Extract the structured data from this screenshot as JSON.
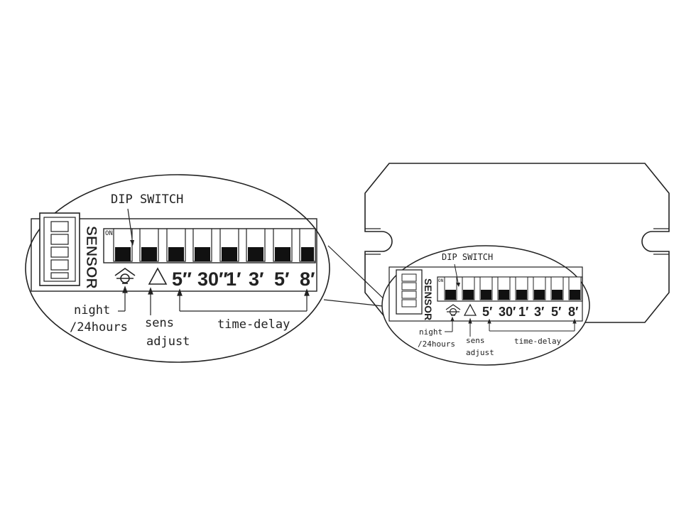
{
  "zoom": {
    "dip_title": "DIP SWITCH",
    "sensor_label": "SENSOR",
    "on_label": "ON",
    "delay_labels": [
      "5″",
      "30″",
      "1′",
      "3′",
      "5′",
      "8′"
    ],
    "label_night": "night",
    "label_24hours": "/24hours",
    "label_sens": "sens",
    "label_adjust": "adjust",
    "label_time_delay": "time-delay"
  },
  "device": {
    "dip_title": "DIP SWITCH",
    "sensor_label": "SENSOR",
    "on_label": "ON",
    "delay_labels": [
      "5′",
      "30′",
      "1′",
      "3′",
      "5′",
      "8′"
    ],
    "label_night": "night",
    "label_24hours": "/24hours",
    "label_sens": "sens",
    "label_adjust": "adjust",
    "label_time_delay": "time-delay"
  }
}
